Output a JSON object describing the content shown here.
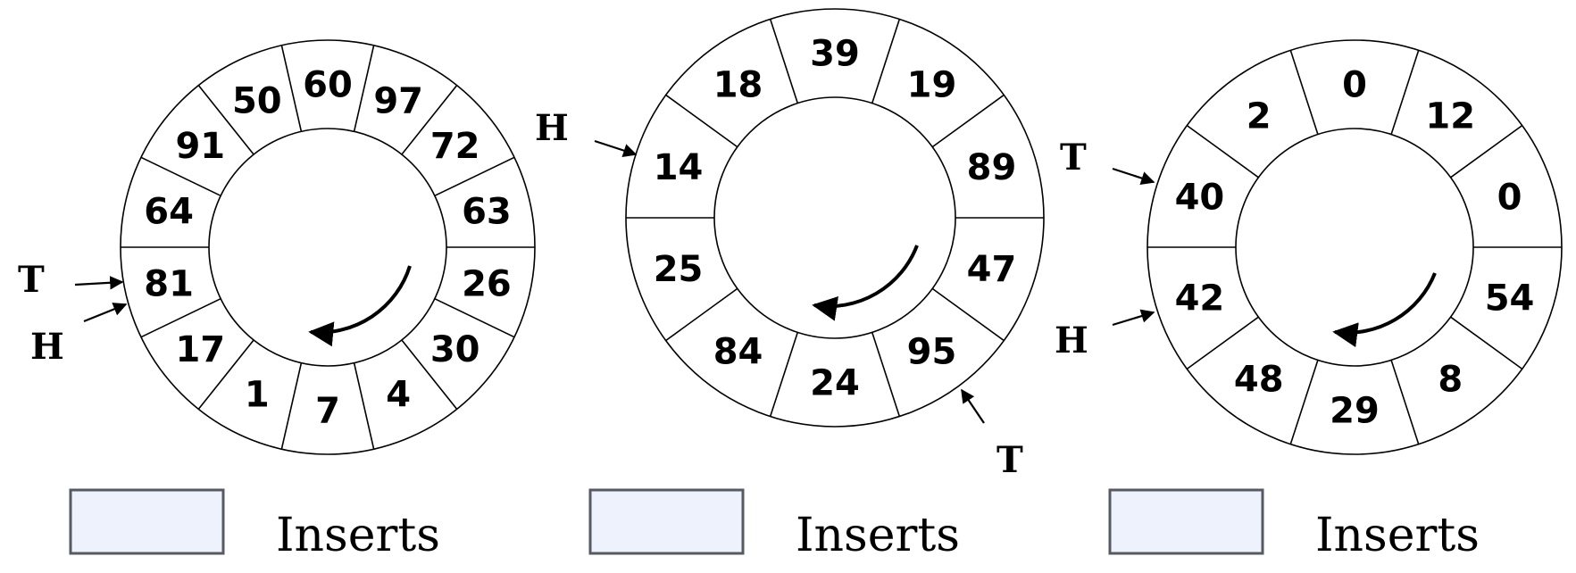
{
  "buffers": [
    {
      "values": [
        "60",
        "97",
        "72",
        "63",
        "26",
        "30",
        "4",
        "7",
        "1",
        "17",
        "81",
        "64",
        "91",
        "50"
      ],
      "pointers": [
        {
          "letter": "T"
        },
        {
          "letter": "H"
        }
      ],
      "input_label": "Inserts"
    },
    {
      "values": [
        "39",
        "19",
        "89",
        "47",
        "95",
        "24",
        "84",
        "25",
        "14",
        "18"
      ],
      "pointers": [
        {
          "letter": "H"
        },
        {
          "letter": "T"
        }
      ],
      "input_label": "Inserts"
    },
    {
      "values": [
        "0",
        "12",
        "0",
        "54",
        "8",
        "29",
        "48",
        "42",
        "40",
        "2"
      ],
      "pointers": [
        {
          "letter": "T"
        },
        {
          "letter": "H"
        }
      ],
      "input_label": "Inserts"
    }
  ],
  "colors": {
    "stroke": "#000000",
    "input_fill": "#eef2fc",
    "input_stroke": "#555a63"
  }
}
